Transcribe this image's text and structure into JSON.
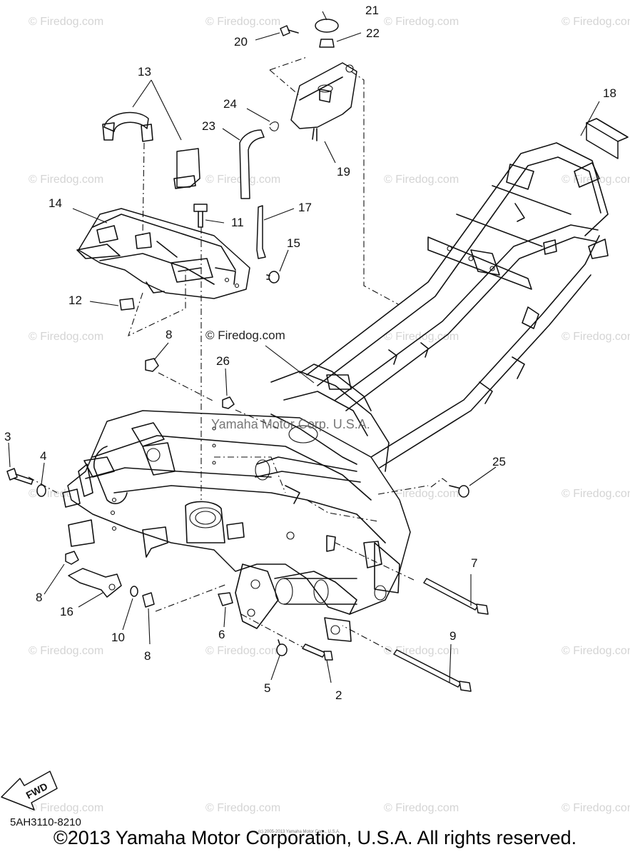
{
  "watermarks": {
    "text": "© Firedog.com",
    "center": "© Firedog.com",
    "yamaha": "Yamaha Motor Corp. U.S.A."
  },
  "callouts": {
    "c2": "2",
    "c3": "3",
    "c4": "4",
    "c5": "5",
    "c6": "6",
    "c7": "7",
    "c8a": "8",
    "c8b": "8",
    "c8c": "8",
    "c9": "9",
    "c10": "10",
    "c11": "11",
    "c12": "12",
    "c13": "13",
    "c14": "14",
    "c15": "15",
    "c16": "16",
    "c17": "17",
    "c18": "18",
    "c19": "19",
    "c20": "20",
    "c21": "21",
    "c22": "22",
    "c23": "23",
    "c24": "24",
    "c25": "25",
    "c26": "26"
  },
  "fwd_label": "FWD",
  "part_code": "5AH3110-8210",
  "fine_print": "(c) 2005-2013 Yamaha Motor Corp., U.S.A.",
  "footer": "©2013 Yamaha Motor Corporation, U.S.A. All rights reserved.",
  "colors": {
    "line": "#111111",
    "watermark": "#d4d4d4",
    "background": "#ffffff"
  }
}
